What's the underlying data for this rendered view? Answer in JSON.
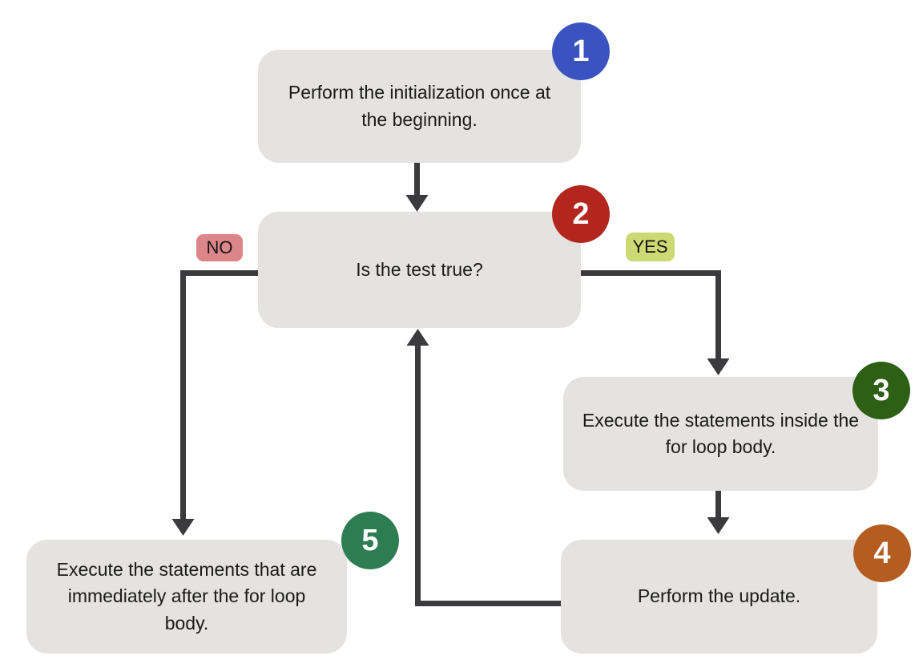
{
  "flowchart": {
    "nodes": [
      {
        "number": "1",
        "text": "Perform the initialization once at the beginning.",
        "badge_color": "#3b53c0"
      },
      {
        "number": "2",
        "text": "Is the test true?",
        "badge_color": "#b3261e"
      },
      {
        "number": "3",
        "text": "Execute the statements inside the for loop body.",
        "badge_color": "#2d5f14"
      },
      {
        "number": "4",
        "text": "Perform the update.",
        "badge_color": "#b55d20"
      },
      {
        "number": "5",
        "text": "Execute the statements that are immediately after the for loop body.",
        "badge_color": "#2e7d52"
      }
    ],
    "labels": {
      "no": {
        "text": "NO",
        "color": "#dd868a"
      },
      "yes": {
        "text": "YES",
        "color": "#ccda73"
      }
    },
    "edges": [
      {
        "from": "1",
        "to": "2",
        "label": ""
      },
      {
        "from": "2",
        "to": "5",
        "label": "NO"
      },
      {
        "from": "2",
        "to": "3",
        "label": "YES"
      },
      {
        "from": "3",
        "to": "4",
        "label": ""
      },
      {
        "from": "4",
        "to": "2",
        "label": ""
      }
    ],
    "colors": {
      "node_fill": "#e4e3e1",
      "arrow": "#3b3b3d",
      "node_text": "#1a1a1a",
      "badge_text": "#ffffff"
    }
  }
}
